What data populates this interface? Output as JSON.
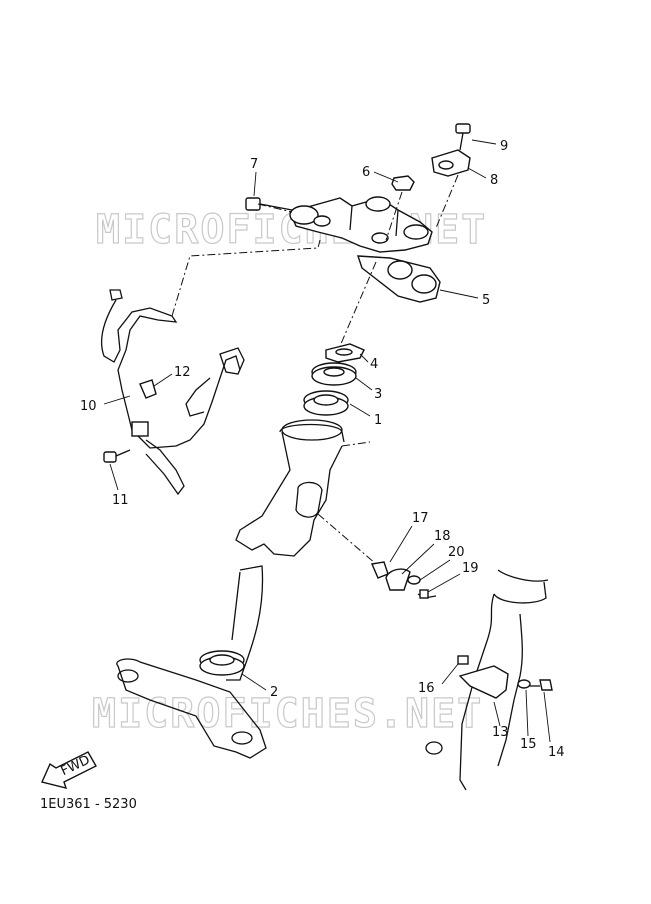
{
  "watermark": "MICROFICHES.NET",
  "diagram_code": "1EU361 - 5230",
  "fwd_label": "FWD",
  "callouts": [
    "1",
    "2",
    "3",
    "4",
    "5",
    "6",
    "7",
    "8",
    "9",
    "10",
    "11",
    "12",
    "13",
    "14",
    "15",
    "16",
    "17",
    "18",
    "19",
    "20"
  ]
}
